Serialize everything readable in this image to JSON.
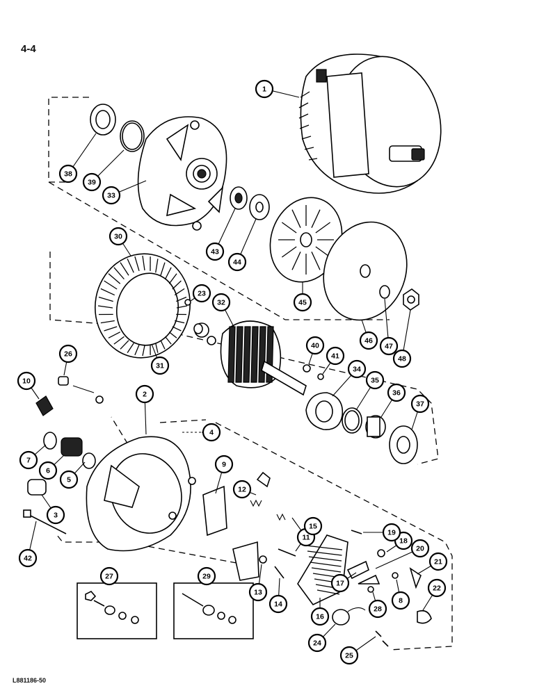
{
  "page_number": "4-4",
  "footer_code": "L881186-50",
  "callouts": [
    {
      "n": "1"
    },
    {
      "n": "2"
    },
    {
      "n": "3"
    },
    {
      "n": "4"
    },
    {
      "n": "5"
    },
    {
      "n": "6"
    },
    {
      "n": "7"
    },
    {
      "n": "8"
    },
    {
      "n": "9"
    },
    {
      "n": "10"
    },
    {
      "n": "11"
    },
    {
      "n": "12"
    },
    {
      "n": "13"
    },
    {
      "n": "14"
    },
    {
      "n": "15"
    },
    {
      "n": "16"
    },
    {
      "n": "17"
    },
    {
      "n": "18"
    },
    {
      "n": "19"
    },
    {
      "n": "20"
    },
    {
      "n": "21"
    },
    {
      "n": "22"
    },
    {
      "n": "23"
    },
    {
      "n": "24"
    },
    {
      "n": "25"
    },
    {
      "n": "26"
    },
    {
      "n": "27"
    },
    {
      "n": "28"
    },
    {
      "n": "29"
    },
    {
      "n": "30"
    },
    {
      "n": "31"
    },
    {
      "n": "32"
    },
    {
      "n": "33"
    },
    {
      "n": "34"
    },
    {
      "n": "35"
    },
    {
      "n": "36"
    },
    {
      "n": "37"
    },
    {
      "n": "38"
    },
    {
      "n": "39"
    },
    {
      "n": "40"
    },
    {
      "n": "41"
    },
    {
      "n": "42"
    },
    {
      "n": "43"
    },
    {
      "n": "44"
    },
    {
      "n": "45"
    },
    {
      "n": "46"
    },
    {
      "n": "47"
    },
    {
      "n": "48"
    }
  ]
}
